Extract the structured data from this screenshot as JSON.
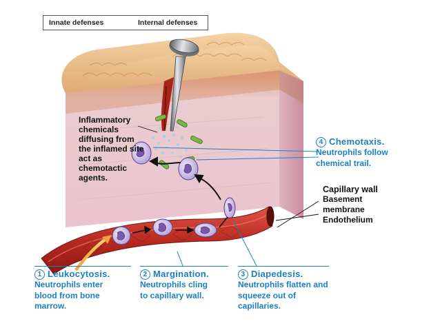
{
  "header": {
    "innate": "Innate defenses",
    "internal": "Internal defenses"
  },
  "chemicals_label": "Inflammatory chemicals diffusing from the inflamed site act as chemotactic agents.",
  "chemotaxis": {
    "number": "4",
    "title": "Chemotaxis.",
    "body": "Neutrophils follow chemical trail."
  },
  "capillary": {
    "title": "Capillary wall",
    "basement": "Basement membrane",
    "endothelium": "Endothelium"
  },
  "steps": [
    {
      "number": "1",
      "title": "Leukocytosis.",
      "body": "Neutrophils enter blood from bone marrow."
    },
    {
      "number": "2",
      "title": "Margination.",
      "body": "Neutrophils cling to capillary wall."
    },
    {
      "number": "3",
      "title": "Diapedesis.",
      "body": "Neutrophils flatten and squeeze out of capillaries."
    }
  ],
  "colors": {
    "accent_blue": "#1b7fc1",
    "skin_tan": "#e8b888",
    "dermis_pink": "#e9c7cf",
    "blood_red": "#b3261e",
    "neutrophil_purple": "#8c6bb3"
  },
  "icons": [
    "nail-icon",
    "arrow-right-icon"
  ]
}
